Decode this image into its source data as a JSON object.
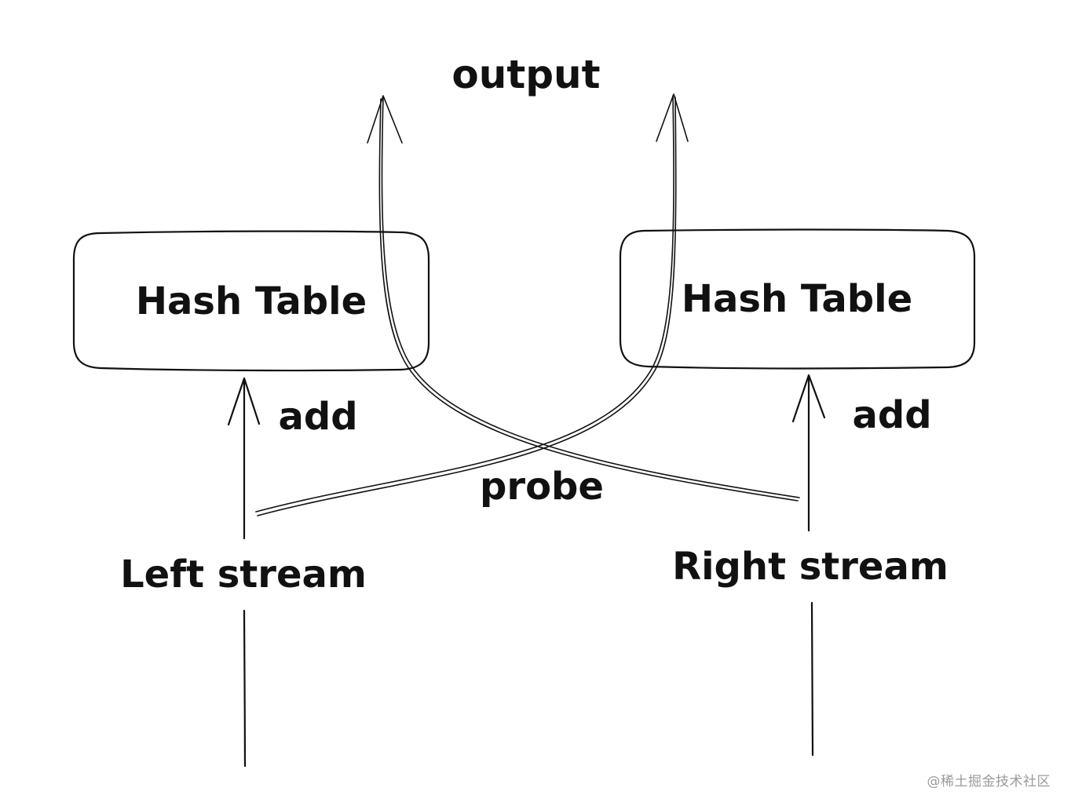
{
  "diagram": {
    "output_label": "output",
    "left_table_label": "Hash Table",
    "right_table_label": "Hash Table",
    "left_add_label": "add",
    "right_add_label": "add",
    "probe_label": "probe",
    "left_stream_label": "Left stream",
    "right_stream_label": "Right stream",
    "stroke_color": "#111111"
  },
  "watermark": "@稀土掘金技术社区"
}
